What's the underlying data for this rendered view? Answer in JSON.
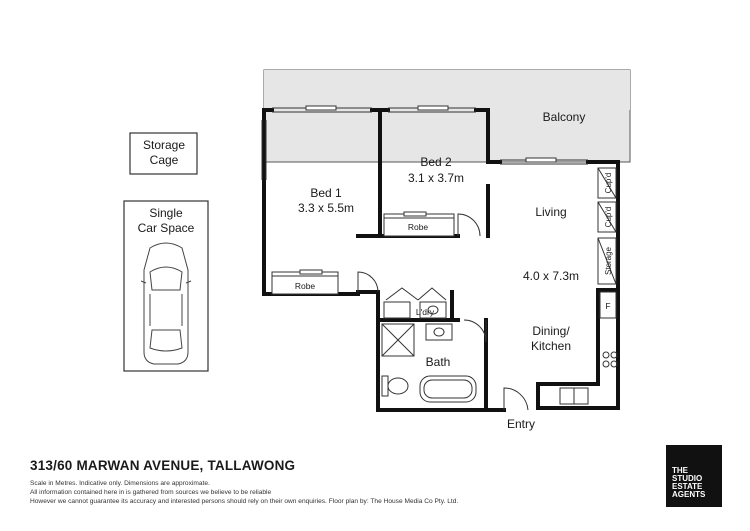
{
  "labels": {
    "storage_cage_line1": "Storage",
    "storage_cage_line2": "Cage",
    "car_space_line1": "Single",
    "car_space_line2": "Car Space",
    "balcony": "Balcony",
    "bed1_name": "Bed 1",
    "bed1_size": "3.3 x 5.5m",
    "bed2_name": "Bed 2",
    "bed2_size": "3.1 x 3.7m",
    "robe1": "Robe",
    "robe2": "Robe",
    "living": "Living",
    "living_size": "4.0 x 7.3m",
    "dining_line1": "Dining/",
    "dining_line2": "Kitchen",
    "bath": "Bath",
    "laundry": "L'dry",
    "cupd1": "Cup'd",
    "cupd2": "Cup'd",
    "storage": "Storage",
    "fridge": "F",
    "entry": "Entry"
  },
  "address": "313/60 MARWAN AVENUE, TALLAWONG",
  "disclaimer": [
    "Scale in Metres. Indicative only. Dimensions are approximate.",
    "All information contained here in is gathered from sources we believe to be reliable",
    "However we cannot guarantee its accuracy and interested persons should rely on their own enquiries.  Floor plan by: The House Media Co Pty. Ltd."
  ],
  "logo": [
    "THE",
    "STUDIO",
    "ESTATE",
    "AGENTS"
  ],
  "colors": {
    "wall": "#111111",
    "balcony_fill": "#e6e6e6",
    "logo_bg": "#111111"
  }
}
